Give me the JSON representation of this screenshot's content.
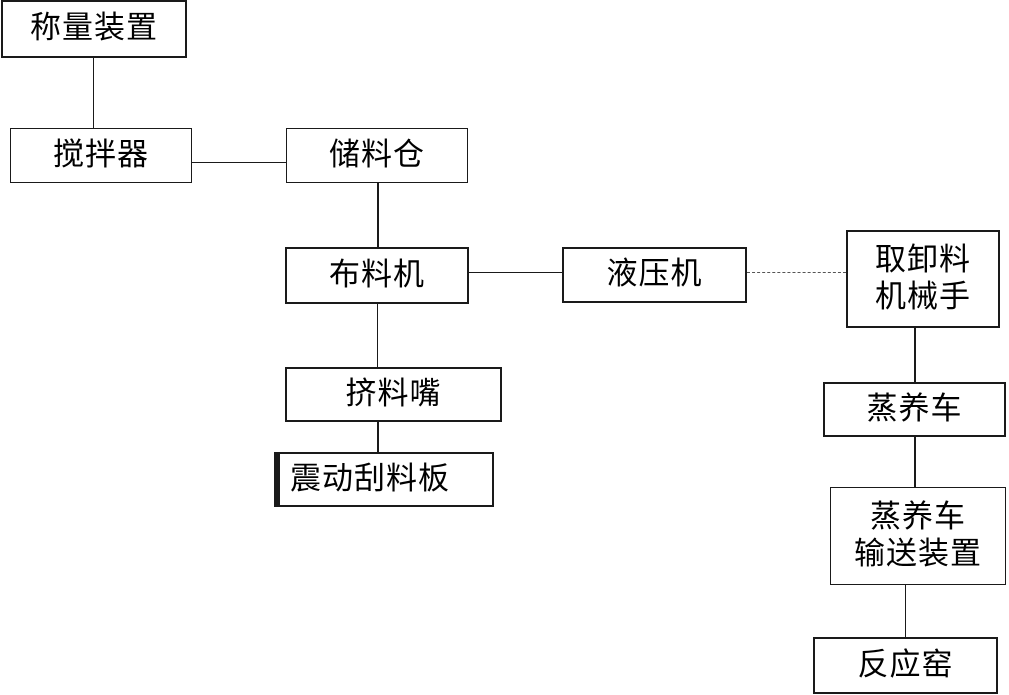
{
  "nodes": {
    "weighing": "称量装置",
    "mixer": "搅拌器",
    "storage_bin": "储料仓",
    "distributor": "布料机",
    "hydraulic_press": "液压机",
    "manipulator": "取卸料\n机械手",
    "extrusion_nozzle": "挤料嘴",
    "vibrating_scraper": "震动刮料板",
    "curing_cart": "蒸养车",
    "cart_conveyor": "蒸养车\n输送装置",
    "reaction_kiln": "反应窑"
  }
}
